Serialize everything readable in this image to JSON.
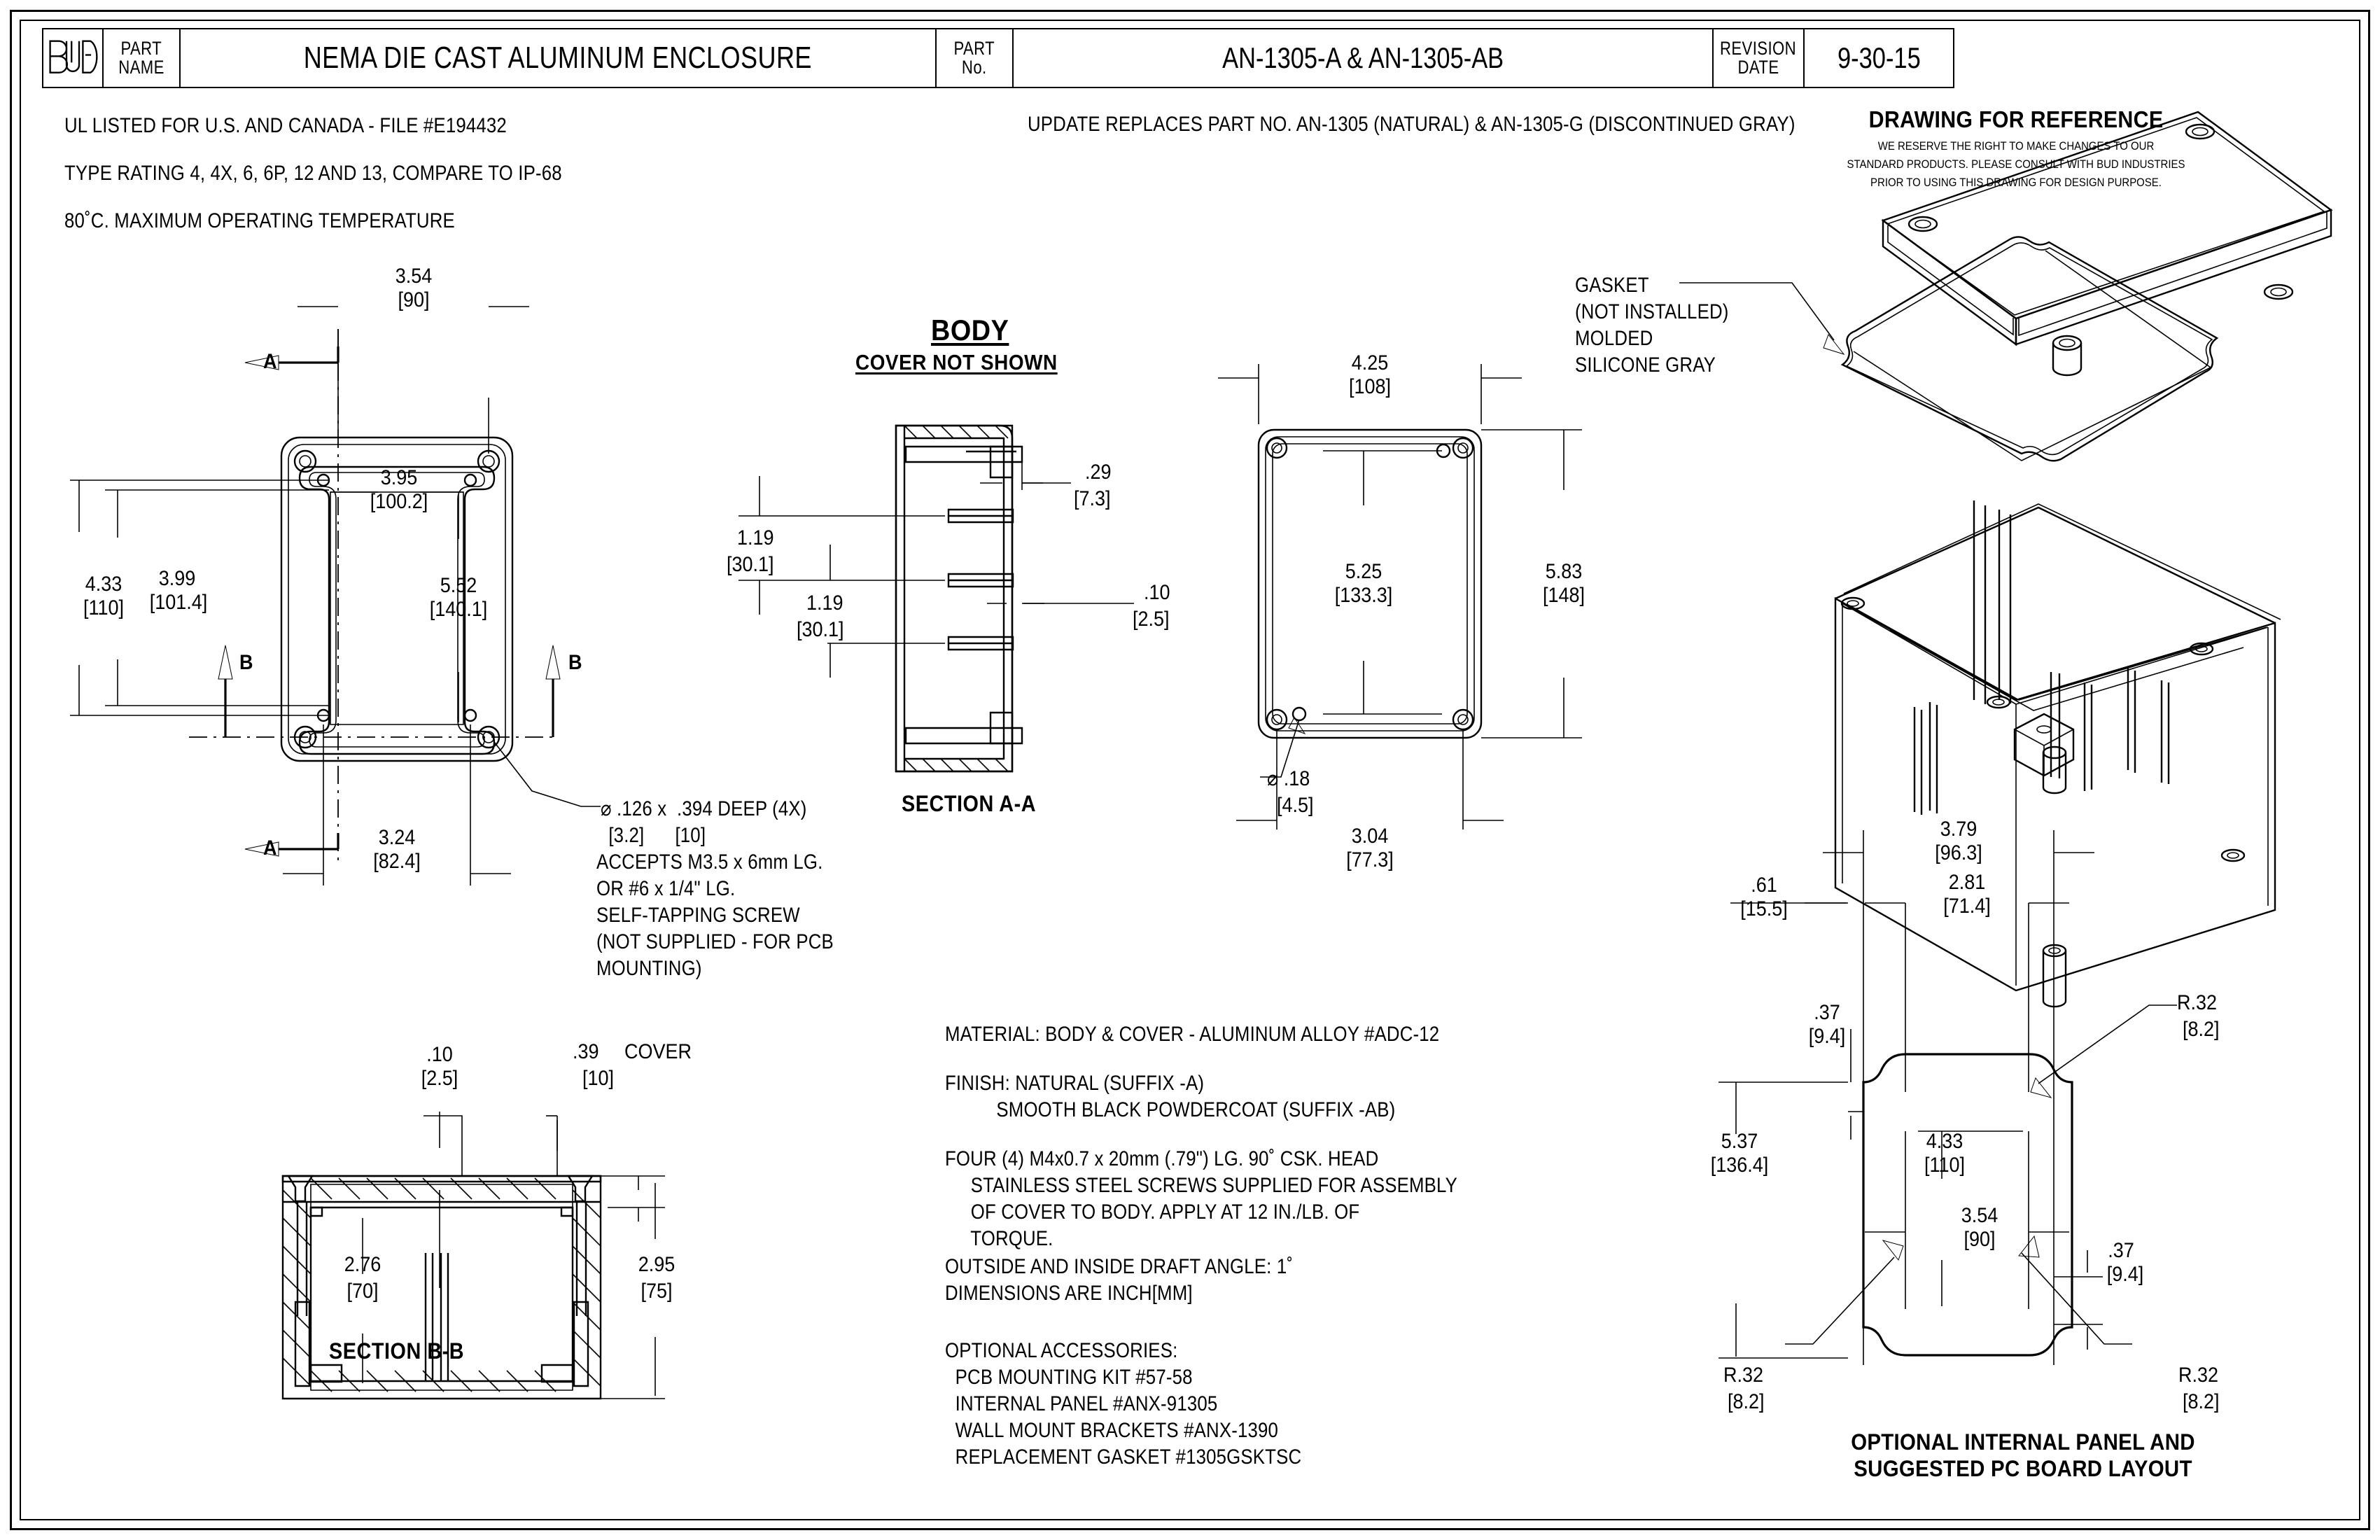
{
  "title_block": {
    "logo_text": "BUD",
    "part_name_label_l1": "PART",
    "part_name_label_l2": "NAME",
    "part_name_value": "NEMA DIE CAST ALUMINUM ENCLOSURE",
    "part_no_label_l1": "PART",
    "part_no_label_l2": "No.",
    "part_no_value": "AN-1305-A    &     AN-1305-AB",
    "revision_label_l1": "REVISION",
    "revision_label_l2": "DATE",
    "revision_value": "9-30-15"
  },
  "header": {
    "ul_listing": "UL LISTED FOR U.S. AND CANADA - FILE #E194432",
    "type_rating": "TYPE RATING 4, 4X, 6, 6P, 12 AND 13, COMPARE TO IP-68",
    "temperature": "80˚C. MAXIMUM OPERATING TEMPERATURE",
    "update_note": "UPDATE REPLACES PART NO. AN-1305 (NATURAL) & AN-1305-G (DISCONTINUED GRAY)",
    "reference_title": "DRAWING FOR REFERENCE",
    "disclaimer_l1": "WE RESERVE THE RIGHT TO MAKE CHANGES TO OUR",
    "disclaimer_l2": "STANDARD PRODUCTS. PLEASE CONSULT WITH BUD INDUSTRIES",
    "disclaimer_l3": "PRIOR TO USING THIS DRAWING FOR DESIGN PURPOSE."
  },
  "views": {
    "body_title": "BODY",
    "body_subtitle": "COVER NOT SHOWN",
    "section_aa": "SECTION A-A",
    "section_bb": "SECTION B-B",
    "panel_caption_l1": "OPTIONAL INTERNAL PANEL AND",
    "panel_caption_l2": "SUGGESTED PC BOARD LAYOUT",
    "section_mark_a1": "A",
    "section_mark_a2": "A",
    "section_mark_b1": "B",
    "section_mark_b2": "B"
  },
  "front_view_dims": {
    "width_outer": {
      "inch": "3.54",
      "mm": "[90]"
    },
    "height_outer": {
      "inch": "4.33",
      "mm": "[110]"
    },
    "height_mid": {
      "inch": "3.99",
      "mm": "[101.4]"
    },
    "inner_width": {
      "inch": "3.95",
      "mm": "[100.2]"
    },
    "inner_height": {
      "inch": "5.52",
      "mm": "[140.1]"
    },
    "hole_spacing": {
      "inch": "3.24",
      "mm": "[82.4]"
    }
  },
  "hole_note": {
    "l1": "⌀ .126 x  .394 DEEP (4X)",
    "l2": " [3.2]      [10]",
    "l3": "ACCEPTS M3.5 x 6mm LG.",
    "l4": "OR #6 x 1/4\" LG.",
    "l5": "SELF-TAPPING SCREW",
    "l6": "(NOT SUPPLIED - FOR PCB",
    "l7": "MOUNTING)"
  },
  "section_aa_dims": {
    "rib_top": {
      "inch": "1.19",
      "mm": "[30.1]"
    },
    "rib_bottom": {
      "inch": "1.19",
      "mm": "[30.1]"
    },
    "wall_thick_upper": {
      "inch": ".29",
      "mm": "[7.3]"
    },
    "wall_thick_lower": {
      "inch": ".10",
      "mm": "[2.5]"
    }
  },
  "cover_view_dims": {
    "width": {
      "inch": "4.25",
      "mm": "[108]"
    },
    "inner_height": {
      "inch": "5.25",
      "mm": "[133.3]"
    },
    "outer_height": {
      "inch": "5.83",
      "mm": "[148]"
    },
    "hole_dia": {
      "inch": "⌀ .18",
      "mm": "[4.5]"
    },
    "hole_spacing": {
      "inch": "3.04",
      "mm": "[77.3]"
    }
  },
  "gasket_note": {
    "l1": "GASKET",
    "l2": "(NOT INSTALLED)",
    "l3": "MOLDED",
    "l4": "SILICONE GRAY"
  },
  "section_bb_dims": {
    "wall": {
      "inch": ".10",
      "mm": "[2.5]"
    },
    "cover": {
      "inch": ".39",
      "suffix": "COVER",
      "mm": "[10]"
    },
    "inner_depth": {
      "inch": "2.76",
      "mm": "[70]"
    },
    "outer_depth": {
      "inch": "2.95",
      "mm": "[75]"
    }
  },
  "notes": {
    "material": "MATERIAL: BODY & COVER - ALUMINUM ALLOY #ADC-12",
    "finish_l1": "FINISH: NATURAL (SUFFIX -A)",
    "finish_l2": "          SMOOTH BLACK POWDERCOAT (SUFFIX -AB)",
    "screws_l1": "FOUR (4) M4x0.7 x 20mm (.79\") LG. 90˚ CSK. HEAD",
    "screws_l2": "     STAINLESS STEEL SCREWS SUPPLIED FOR ASSEMBLY",
    "screws_l3": "     OF COVER TO BODY. APPLY AT 12 IN./LB. OF",
    "screws_l4": "     TORQUE.",
    "draft_l1": "OUTSIDE AND INSIDE DRAFT ANGLE: 1˚",
    "draft_l2": "DIMENSIONS ARE INCH[MM]",
    "accessories_title": "OPTIONAL ACCESSORIES:",
    "accessories_l1": "  PCB MOUNTING KIT #57-58",
    "accessories_l2": "  INTERNAL PANEL #ANX-91305",
    "accessories_l3": "  WALL MOUNT BRACKETS #ANX-1390",
    "accessories_l4": "  REPLACEMENT GASKET #1305GSKTSC"
  },
  "panel_view_dims": {
    "overall_width": {
      "inch": "3.79",
      "mm": "[96.3]"
    },
    "notch_offset": {
      "inch": ".61",
      "mm": "[15.5]"
    },
    "tab_width": {
      "inch": "2.81",
      "mm": "[71.4]"
    },
    "tab_height_top": {
      "inch": ".37",
      "mm": "[9.4]"
    },
    "tab_height_bottom": {
      "inch": ".37",
      "mm": "[9.4]"
    },
    "overall_height": {
      "inch": "5.37",
      "mm": "[136.4]"
    },
    "inner_height": {
      "inch": "4.33",
      "mm": "[110]"
    },
    "inner_width": {
      "inch": "3.54",
      "mm": "[90]"
    },
    "radius_tr": {
      "inch": "R.32",
      "mm": "[8.2]"
    },
    "radius_br": {
      "inch": "R.32",
      "mm": "[8.2]"
    },
    "radius_bl": {
      "inch": "R.32",
      "mm": "[8.2]"
    }
  },
  "colors": {
    "line": "#000000",
    "background": "#ffffff"
  }
}
